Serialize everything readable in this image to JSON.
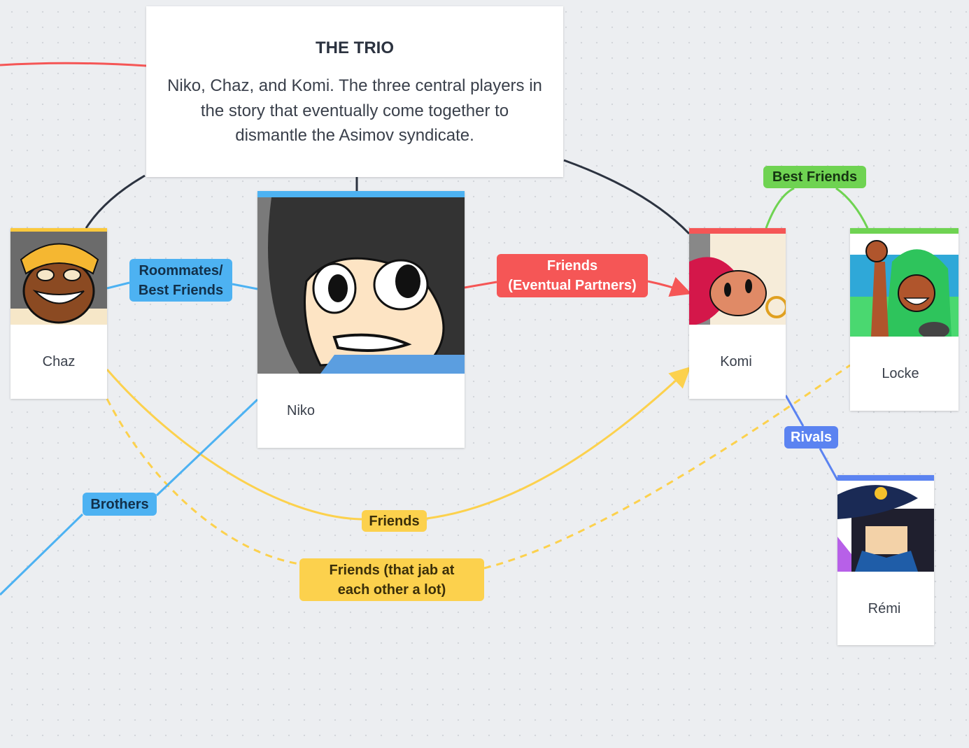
{
  "note": {
    "title": "THE TRIO",
    "body": "Niko, Chaz, and Komi. The three central players in the story that eventually come together to dismantle the Asimov syndicate."
  },
  "characters": {
    "chaz": {
      "name": "Chaz",
      "color": "#fbc93d"
    },
    "niko": {
      "name": "Niko",
      "color": "#4db2f2"
    },
    "komi": {
      "name": "Komi",
      "color": "#f55656"
    },
    "locke": {
      "name": "Locke",
      "color": "#6fd352"
    },
    "remi": {
      "name": "Rémi",
      "color": "#5b83f1"
    }
  },
  "relations": {
    "roommates": {
      "label": "Roommates/ Best Friends",
      "line1": "Roommates/",
      "line2": "Best Friends",
      "color": "#4db2f2"
    },
    "partners": {
      "label": "Friends (Eventual Partners)",
      "line1": "Friends",
      "line2": "(Eventual Partners)",
      "color": "#f55656"
    },
    "best_friends": {
      "label": "Best Friends",
      "color": "#6fd352"
    },
    "rivals": {
      "label": "Rivals",
      "color": "#5b83f1"
    },
    "brothers": {
      "label": "Brothers",
      "color": "#4db2f2"
    },
    "friends": {
      "label": "Friends",
      "color": "#fcd14d"
    },
    "jab": {
      "label": "Friends (that jab at each other a lot)",
      "line1": "Friends (that jab at",
      "line2": "each other a lot)",
      "color": "#fcd14d"
    }
  }
}
